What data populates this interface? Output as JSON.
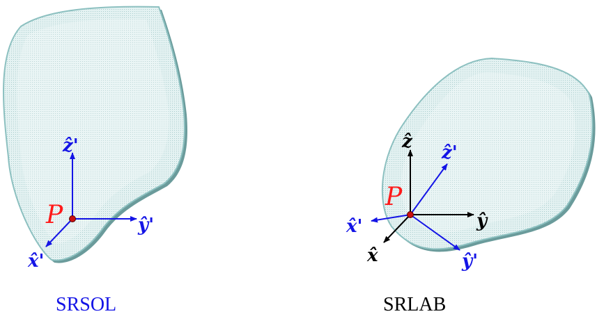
{
  "colors": {
    "body_fill": "#d7ecec",
    "body_edge": "#7fb5b5",
    "body_shadow": "#5e8f8f",
    "primed_frame": "#1414e6",
    "lab_frame": "#000000",
    "point": "#ff1a1a"
  },
  "left_panel": {
    "caption": "SRSOL",
    "point_label": "P",
    "axes": {
      "x": "x̂'",
      "y": "ŷ'",
      "z": "ẑ'"
    }
  },
  "right_panel": {
    "caption": "SRLAB",
    "point_label": "P",
    "lab_axes": {
      "x": "x̂",
      "y": "ŷ",
      "z": "ẑ"
    },
    "primed_axes": {
      "x": "x̂'",
      "y": "ŷ'",
      "z": "ẑ'"
    }
  }
}
